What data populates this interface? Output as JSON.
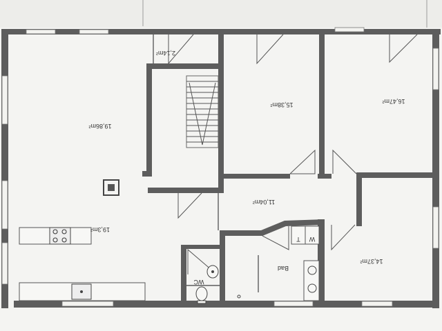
{
  "rooms": {
    "living": "19,86m²",
    "kitchen": "19,3m²",
    "storage": "2,14m²",
    "room_a": "15,38m²",
    "room_b": "16,47m²",
    "hall": "11,04m²",
    "room_c": "14,37m²",
    "bath": "Bad",
    "wc": "WC"
  },
  "fixtures": {
    "washer": "W",
    "dryer": "T"
  },
  "colors": {
    "wall": "#5d5d5d",
    "paper": "#f4f4f2",
    "background": "#e9e9e6"
  }
}
